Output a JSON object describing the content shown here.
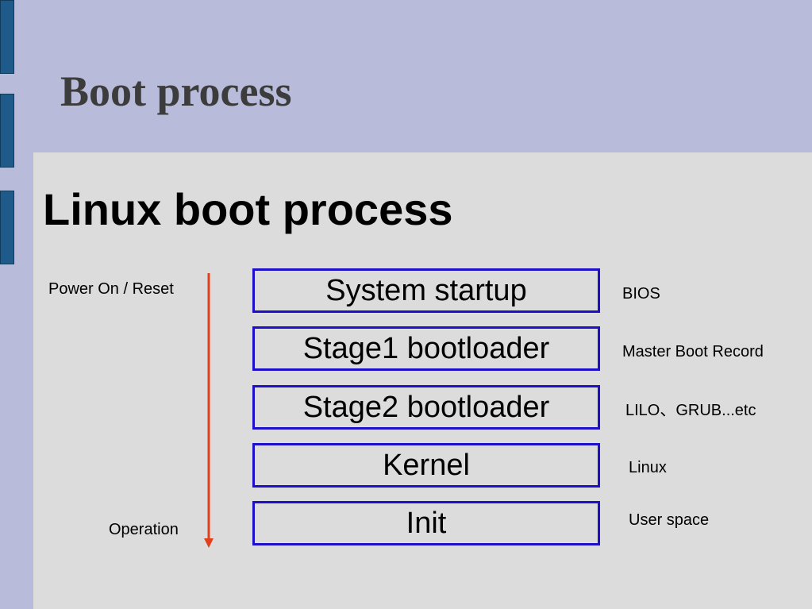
{
  "slide": {
    "title": "Boot process"
  },
  "content": {
    "heading": "Linux boot process"
  },
  "timeline": {
    "start_label": "Power On / Reset",
    "end_label": "Operation",
    "arrow_color": "#e0401c"
  },
  "stages": [
    {
      "label": "System startup",
      "note": "BIOS"
    },
    {
      "label": "Stage1 bootloader",
      "note": "Master Boot  Record"
    },
    {
      "label": "Stage2 bootloader",
      "note": "LILO、GRUB...etc"
    },
    {
      "label": "Kernel",
      "note": "Linux"
    },
    {
      "label": "Init",
      "note": "User space"
    }
  ],
  "colors": {
    "background": "#b8bbd9",
    "panel": "#dcdcdc",
    "side_bars": "#1f5b8a",
    "box_border": "#1e10c8"
  }
}
